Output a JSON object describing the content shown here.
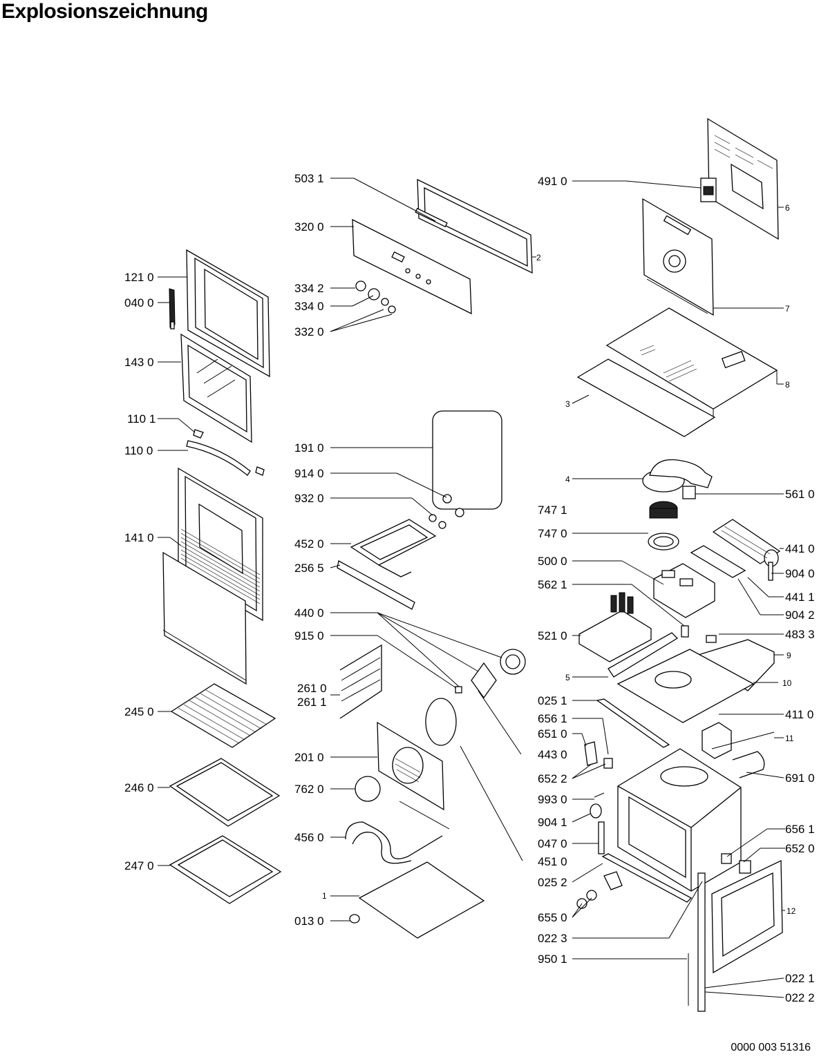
{
  "title": "Explosionszeichnung",
  "document_number": "0000 003 51316",
  "labels": {
    "503_1": "503 1",
    "320_0": "320 0",
    "334_2": "334 2",
    "334_0": "334 0",
    "332_0": "332 0",
    "121_0": "121 0",
    "040_0": "040 0",
    "143_0": "143 0",
    "110_1": "110 1",
    "110_0": "110 0",
    "141_0": "141 0",
    "245_0": "245 0",
    "246_0": "246 0",
    "247_0": "247 0",
    "191_0": "191 0",
    "914_0": "914 0",
    "932_0": "932 0",
    "452_0": "452 0",
    "256_5": "256 5",
    "440_0": "440 0",
    "915_0": "915 0",
    "261_0": "261 0",
    "261_1": "261 1",
    "201_0": "201 0",
    "762_0": "762 0",
    "456_0": "456 0",
    "1": "1",
    "013_0": "013 0",
    "491_0": "491 0",
    "6": "6",
    "2": "2",
    "7": "7",
    "8": "8",
    "3": "3",
    "4": "4",
    "561_0": "561 0",
    "747_1": "747 1",
    "747_0": "747 0",
    "441_0": "441 0",
    "904_0": "904 0",
    "500_0": "500 0",
    "441_1": "441 1",
    "562_1": "562 1",
    "904_2": "904 2",
    "521_0": "521 0",
    "483_3": "483 3",
    "9": "9",
    "5": "5",
    "10": "10",
    "025_1": "025 1",
    "411_0": "411 0",
    "656_1a": "656 1",
    "651_0": "651 0",
    "11": "11",
    "443_0": "443 0",
    "652_2": "652 2",
    "691_0": "691 0",
    "993_0": "993 0",
    "904_1": "904 1",
    "656_1b": "656 1",
    "047_0": "047 0",
    "652_0": "652 0",
    "451_0": "451 0",
    "025_2": "025 2",
    "12": "12",
    "655_0": "655 0",
    "022_3": "022 3",
    "950_1": "950 1",
    "022_1": "022 1",
    "022_2": "022 2"
  }
}
